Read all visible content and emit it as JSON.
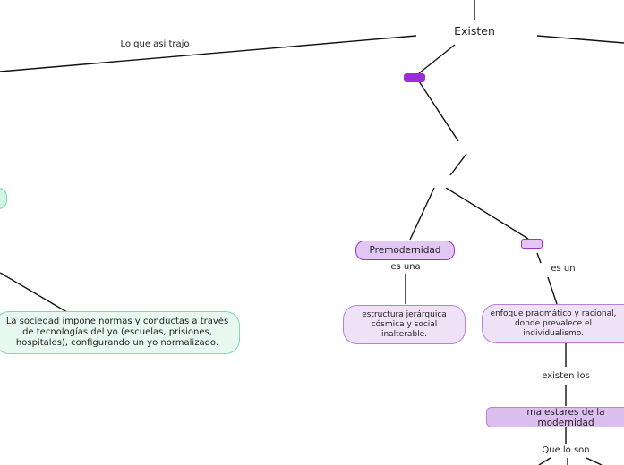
{
  "nodes": {
    "existen": "Existen",
    "lo_que_asi_trajo": "Lo que asi trajo",
    "premodernidad": "Premodernidad",
    "es_una": "es una",
    "estructura": "estructura jerárquica cósmica y social inalterable.",
    "es_un": "es un",
    "enfoque": "enfoque pragmático y racional, donde prevalece el individualismo.",
    "existen_los": "existen los",
    "malestares": "malestares de la modernidad",
    "que_lo_son": "Que lo son",
    "sociedad": "La sociedad impone normas y conductas a través de tecnologías del yo (escuelas, prisiones, hospitales), configurando un yo normalizado."
  },
  "colors": {
    "purple_accent": "#9b2fd6",
    "green_accent": "#7fd9ae",
    "line": "#111111"
  }
}
